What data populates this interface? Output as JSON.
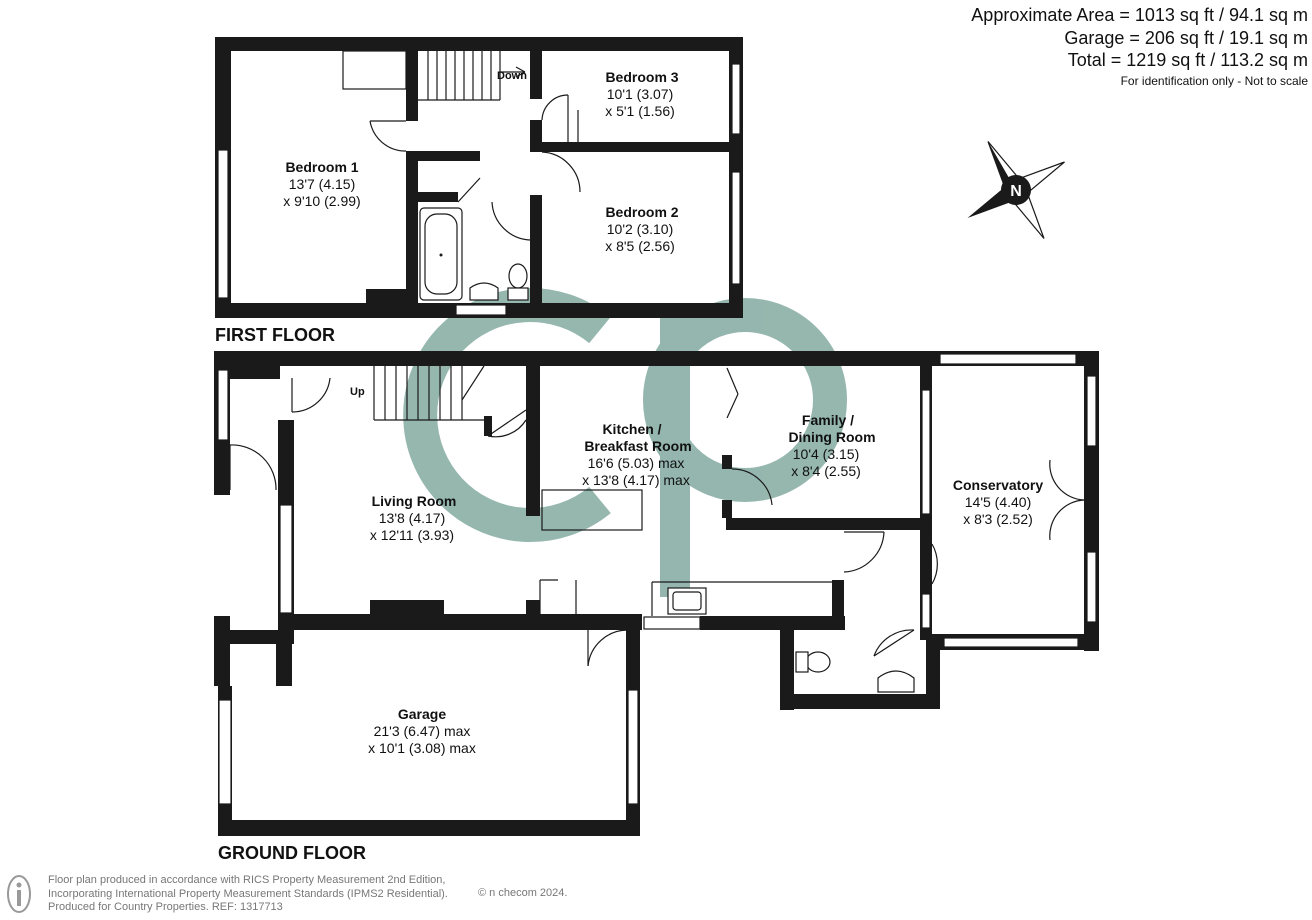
{
  "area_summary": {
    "approximate": "Approximate Area = 1013 sq ft / 94.1 sq m",
    "garage": "Garage = 206 sq ft / 19.1 sq m",
    "total": "Total = 1219 sq ft / 113.2 sq m",
    "note": "For identification only - Not to scale"
  },
  "compass": {
    "label": "N",
    "icon": "compass-north-icon"
  },
  "watermark": {
    "brand_letters": "cp",
    "color": "#8fb3aa"
  },
  "colors": {
    "wall": "#1a1a1a",
    "watermark": "#8fb3aa"
  },
  "first_floor": {
    "label": "FIRST FLOOR",
    "stairs_label": "Down",
    "rooms": {
      "bedroom1": {
        "name": "Bedroom 1",
        "dim1": "13'7 (4.15)",
        "dim2": "x 9'10 (2.99)"
      },
      "bedroom3": {
        "name": "Bedroom 3",
        "dim1": "10'1 (3.07)",
        "dim2": "x 5'1 (1.56)"
      },
      "bedroom2": {
        "name": "Bedroom 2",
        "dim1": "10'2 (3.10)",
        "dim2": "x 8'5 (2.56)"
      }
    }
  },
  "ground_floor": {
    "label": "GROUND FLOOR",
    "stairs_label": "Up",
    "rooms": {
      "kitchen": {
        "name1": "Kitchen /",
        "name2": "Breakfast Room",
        "dim1": "16'6 (5.03) max",
        "dim2": "x 13'8 (4.17) max"
      },
      "family": {
        "name1": "Family /",
        "name2": "Dining Room",
        "dim1": "10'4 (3.15)",
        "dim2": "x 8'4 (2.55)"
      },
      "living": {
        "name": "Living Room",
        "dim1": "13'8 (4.17)",
        "dim2": "x 12'11 (3.93)"
      },
      "conservatory": {
        "name": "Conservatory",
        "dim1": "14'5 (4.40)",
        "dim2": "x 8'3 (2.52)"
      },
      "garage": {
        "name": "Garage",
        "dim1": "21'3 (6.47) max",
        "dim2": "x 10'1 (3.08) max"
      }
    }
  },
  "footer": {
    "line1": "Floor plan produced in accordance with RICS Property Measurement 2nd Edition,",
    "line2": "Incorporating International Property Measurement Standards (IPMS2 Residential).",
    "line3": "Produced for Country Properties.   REF: 1317713",
    "copyright": "© n checom 2024."
  }
}
